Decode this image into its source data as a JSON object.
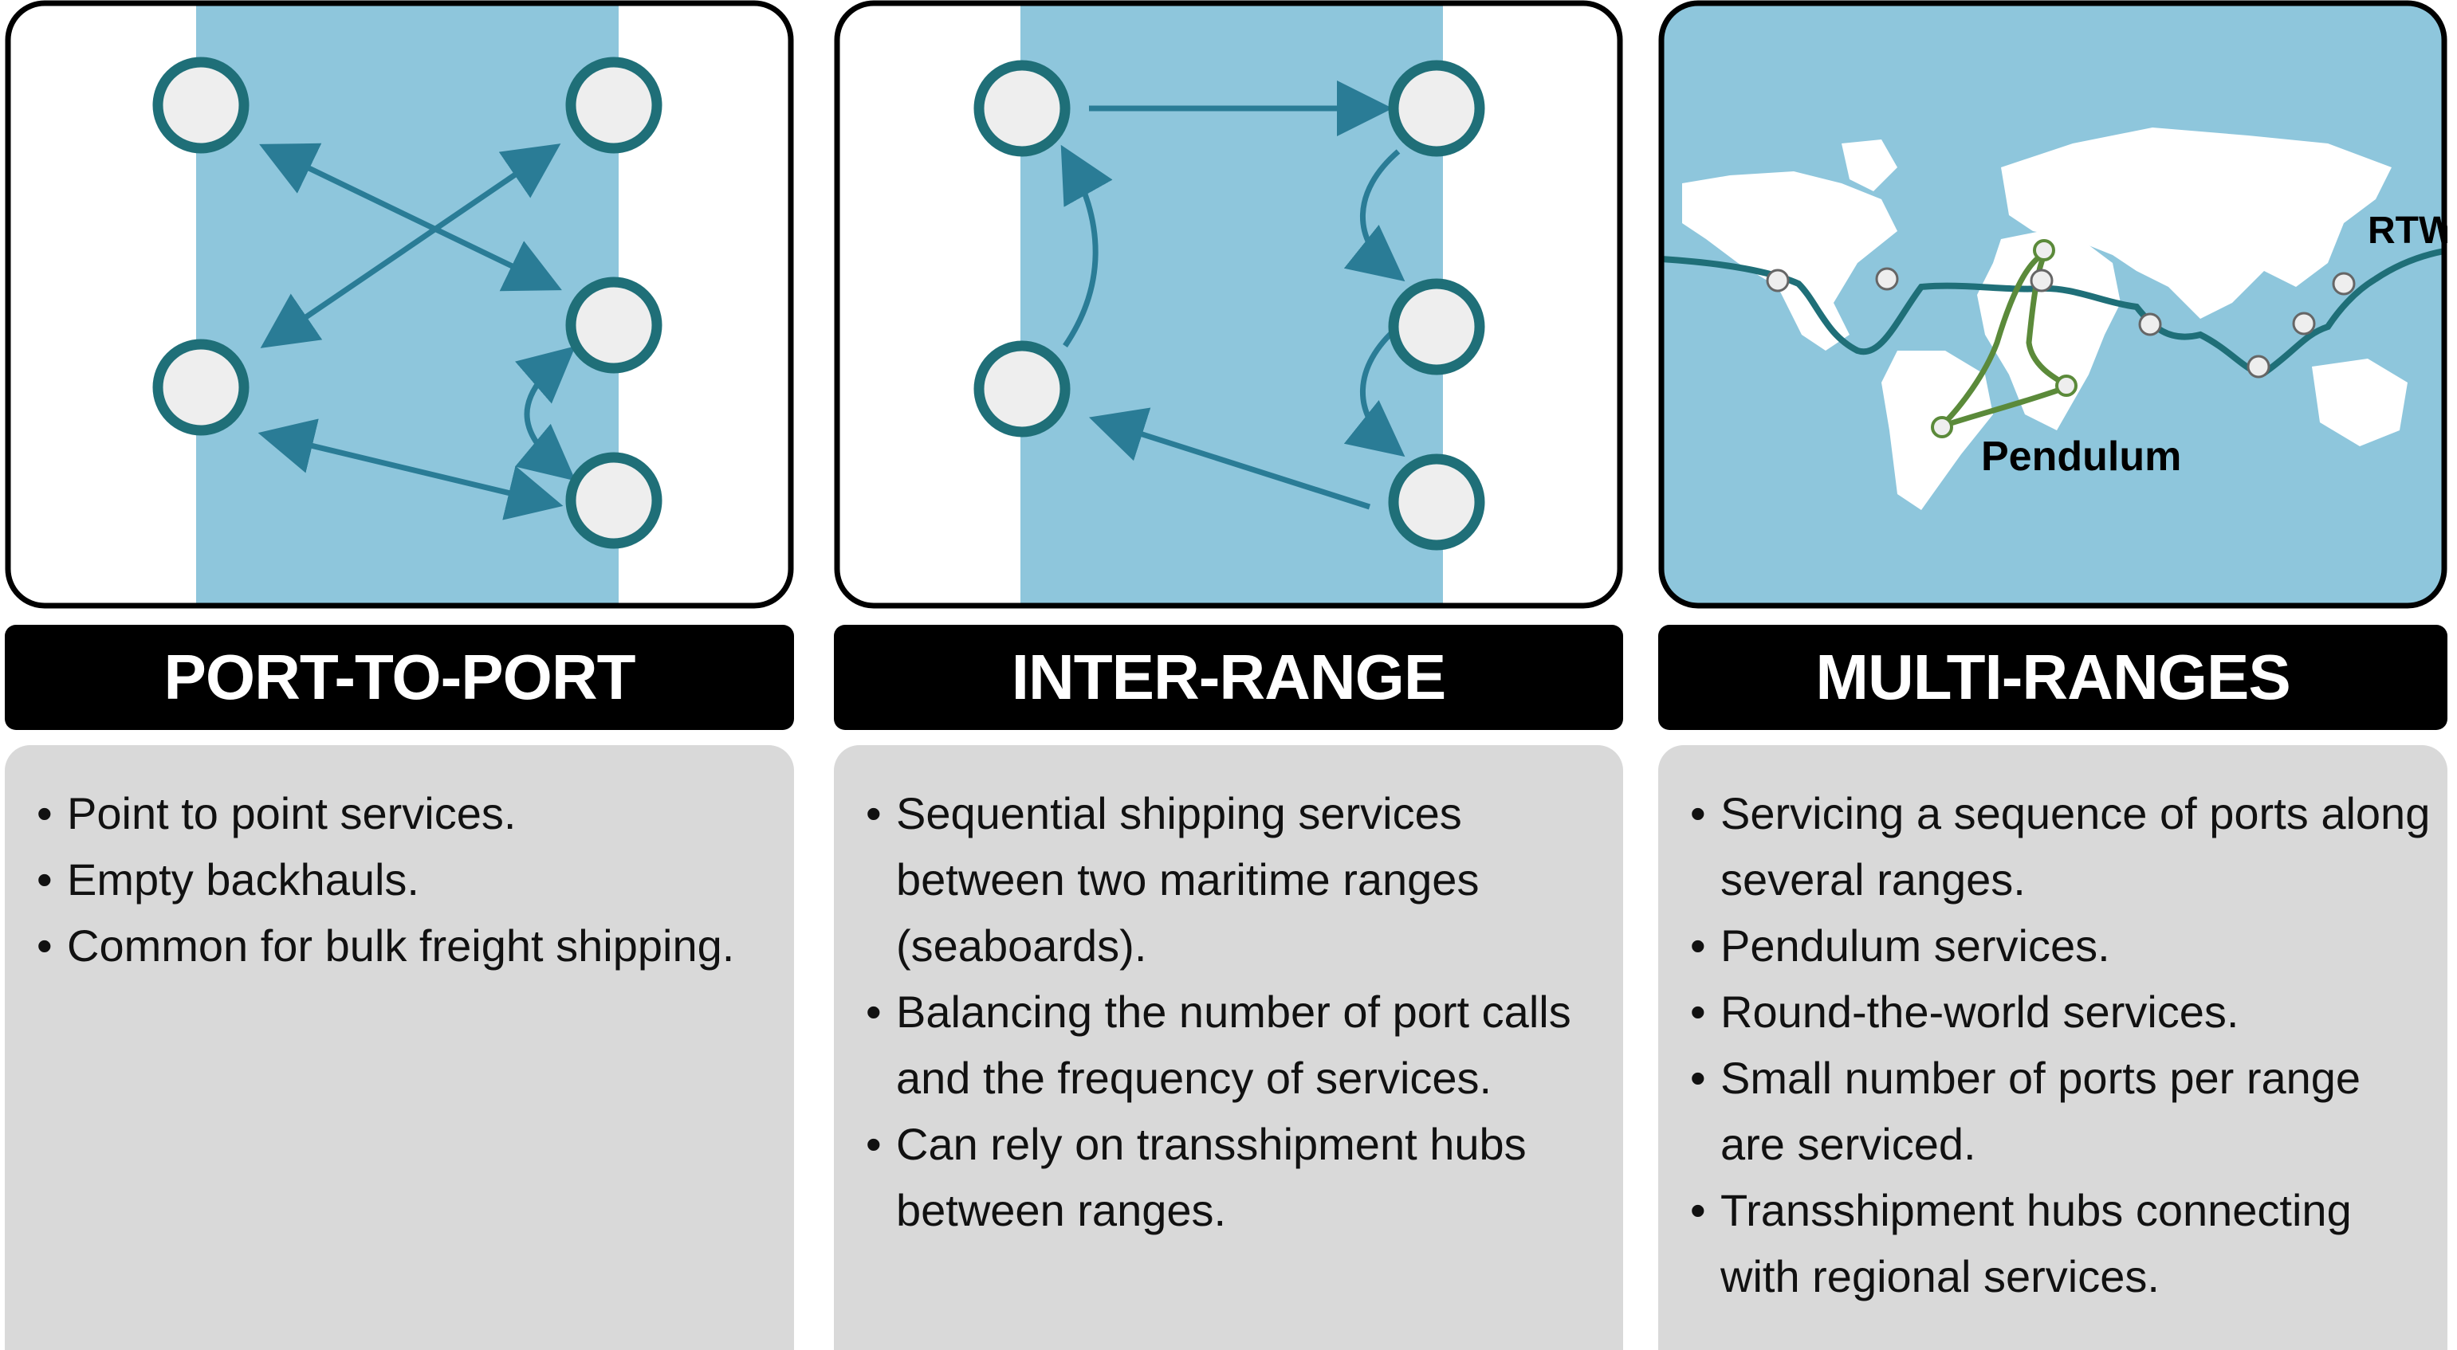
{
  "panels": [
    {
      "title": "PORT-TO-PORT",
      "bullets": [
        "Point to point services.",
        "Empty backhauls.",
        "Common for bulk freight shipping."
      ]
    },
    {
      "title": "INTER-RANGE",
      "bullets": [
        "Sequential shipping services between two maritime ranges (seaboards).",
        "Balancing the number of port calls and the frequency of services.",
        "Can rely on transshipment hubs between ranges."
      ]
    },
    {
      "title": "MULTI-RANGES",
      "bullets": [
        "Servicing a sequence of ports along several ranges.",
        "Pendulum services.",
        "Round-the-world services.",
        "Small number of ports per range are serviced.",
        "Transshipment hubs connecting with regional services."
      ]
    }
  ],
  "map_labels": {
    "rtw": "RTW",
    "pendulum": "Pendulum"
  },
  "colors": {
    "band": "#8ec6dc",
    "port_ring": "#1f6f78",
    "port_fill": "#eeeeee",
    "arrow": "#2a7c96",
    "route_green": "#5b8a3a",
    "header_bg": "#000000",
    "text_bg": "#d9d9d9"
  },
  "icons": {
    "port": "circle-node-icon",
    "route": "arrow-icon"
  }
}
